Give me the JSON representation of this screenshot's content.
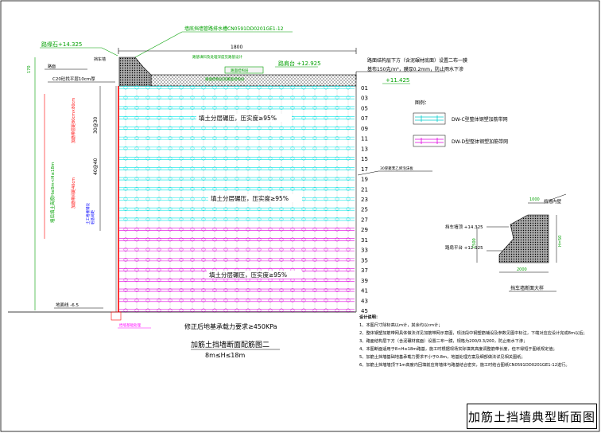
{
  "colors": {
    "cyan": "#00e5e5",
    "magenta": "#e000e0",
    "green": "#00b000",
    "red": "#ff0000",
    "blue": "#0000ff",
    "black": "#000000"
  },
  "top": {
    "green_note": "墙底挡墙管路排水槽CN0591DD0201GE1-12",
    "width_dim": "1800",
    "cyan_under_dim": "路基填料及处理深度见路基设计",
    "label_box": "路面结构层",
    "under_box": "路面结构层及路面结构层",
    "road_note_line1": "路面结构层下方（含泥碾材底面）设置二布一膜",
    "road_note_line2": "基布150克/m²，膜厚0.2mm，防止雨水下渗"
  },
  "elev": {
    "left_top": "路缘石+14.325",
    "road": "路肩台 +12.925",
    "right": "+11.425",
    "bottom_left": "地面线 -6.5"
  },
  "left_side": {
    "retaining": "挡车墙",
    "road_label": "路面",
    "c20": "C20砼找平层10cm厚",
    "v1": "170",
    "v_green": "墙后填土高度H≤8m<H≤18m",
    "v_red": "加筋带层距80cm×80cm",
    "v_red2": "加筋带间距40cm",
    "dim1": "30@30",
    "dim2": "40@40",
    "blue_note1": "土工格栅铺设",
    "blue_note2": "桩基间距",
    "bottom_note": "挡墙基础处理"
  },
  "layers": [
    "01",
    "03",
    "05",
    "07",
    "09",
    "11",
    "13",
    "15",
    "17",
    "19",
    "21",
    "23",
    "25",
    "27",
    "29",
    "31",
    "33",
    "35",
    "37",
    "39",
    "41",
    "43",
    "45"
  ],
  "zone_texts": {
    "upper": "填土分层碾压，压实度≥95%",
    "middle": "填土分层碾压，压实度≥95%",
    "lower": "填土分层碾压，压实度≥95%",
    "right_note": "30厚聚苯乙烯泡沫板"
  },
  "legend": {
    "title": "图例：",
    "item1": "DW-C型整体钢塑加筋带网",
    "item2": "DW-D型整体钢塑加筋带网"
  },
  "bottom": {
    "bearing": "修正后地基承载力要求≥450KPa",
    "section_title": "加筋土挡墙断面配筋图二",
    "section_sub": "8m≤H≤18m"
  },
  "detail": {
    "label_top": "挡墙内壁",
    "dim_top": "1000",
    "elev1": "挡车墙顶 +14.325",
    "elev2": "路肩平台 +12.925",
    "dim_left": "1500",
    "dim_right": "H=50",
    "dim_bottom": "2000",
    "caption": "挡车墙断面大样"
  },
  "notes": {
    "title": "设计说明：",
    "items": [
      "1、本图尺寸除标高以m计，其余均以cm计；",
      "2、整体钢塑加筋带网具体做法详见加筋带网示意图，现浇段中钢塑筋铺设及参数见图中标注，下端对应应设计完成8m以后；",
      "3、路面结构层下方（含泥碾材底面）设置二布一膜，规格为200/0.3/200，防止雨水下渗；",
      "4、本图断面适用于8<H≤18m路基，施工时根据现场实际填筑高度调整筋带长度，但不得短于图纸规定值；",
      "5、加筋土挡墙基础地基承载力要求不小于0.8m，地基处理方案及细部做法详见相关图纸；",
      "6、加筋土挡墙墙顶下1m高度内回填前应将墙体与路基结合密实，施工时结合图纸CN0591DD0201GE1-12进行。"
    ]
  },
  "title_block": "加筋土挡墙典型断面图"
}
